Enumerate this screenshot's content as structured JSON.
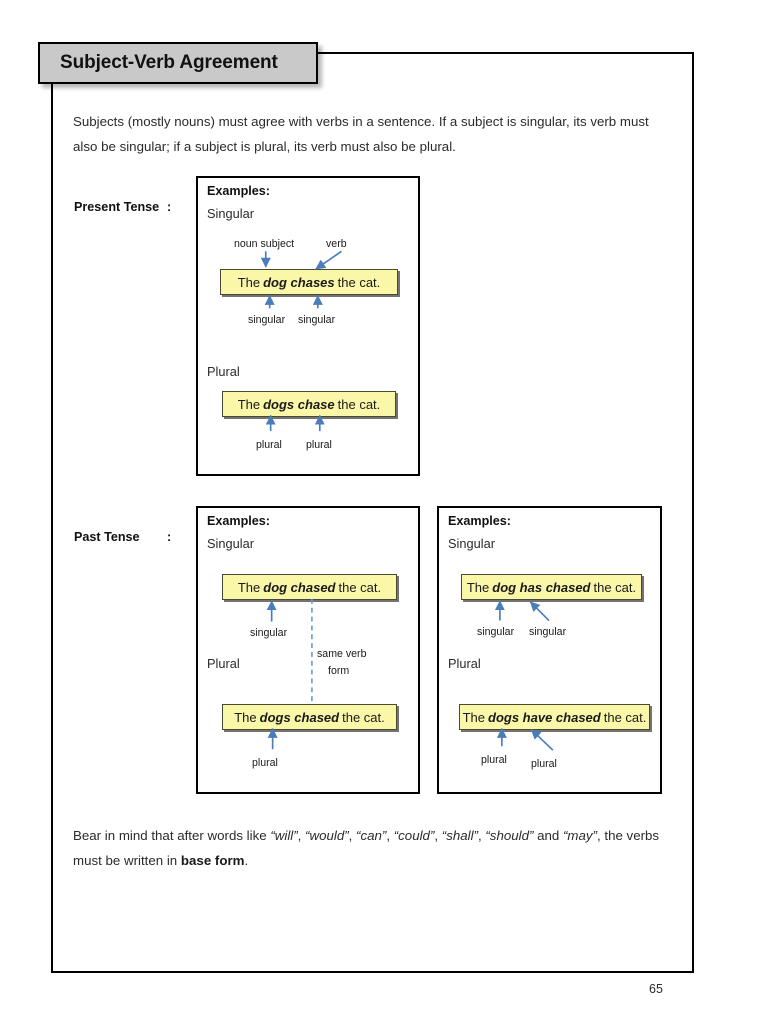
{
  "page": {
    "title": "Subject-Verb Agreement",
    "page_number": "65",
    "intro_paragraph": "Subjects (mostly nouns) must agree with verbs in a sentence. If a subject is singular, its verb must also be singular; if a subject is plural, its verb must also be plural.",
    "closing_paragraph_prefix": "Bear in mind that after words like ",
    "closing_modals": [
      "will",
      "would",
      "can",
      "could",
      "shall",
      "should",
      "may"
    ],
    "closing_paragraph_suffix": ", the verbs must be written in ",
    "closing_bold_term": "base form",
    "closing_paragraph_end": "."
  },
  "colors": {
    "title_fill": "#c9c9c9",
    "sentence_fill": "#fbf7a8",
    "arrow_blue": "#4a7ebb",
    "dashed_blue": "#5b9bd5",
    "frame_black": "#000000"
  },
  "sections": [
    {
      "id": "present",
      "label": "Present Tense",
      "colon": ":",
      "boxes": [
        {
          "id": "present-examples",
          "heading": "Examples:",
          "groups": [
            {
              "form": "Singular",
              "sentence": {
                "prefix": "The ",
                "highlight": "dog chases",
                "suffix": " the cat."
              },
              "top_annotations": [
                "noun subject",
                "verb"
              ],
              "bottom_annotations": [
                "singular",
                "singular"
              ]
            },
            {
              "form": "Plural",
              "sentence": {
                "prefix": "The ",
                "highlight": "dogs chase",
                "suffix": " the cat."
              },
              "top_annotations": [],
              "bottom_annotations": [
                "plural",
                "plural"
              ]
            }
          ]
        }
      ]
    },
    {
      "id": "past",
      "label": "Past Tense",
      "colon": ":",
      "boxes": [
        {
          "id": "past-examples-left",
          "heading": "Examples:",
          "note": "same verb form",
          "note_line1": "same verb",
          "note_line2": "form",
          "groups": [
            {
              "form": "Singular",
              "sentence": {
                "prefix": "The ",
                "highlight": "dog chased",
                "suffix": " the cat."
              },
              "top_annotations": [],
              "bottom_annotations": [
                "singular"
              ]
            },
            {
              "form": "Plural",
              "sentence": {
                "prefix": "The ",
                "highlight": "dogs chased",
                "suffix": " the cat."
              },
              "top_annotations": [],
              "bottom_annotations": [
                "plural"
              ]
            }
          ]
        },
        {
          "id": "past-examples-right",
          "heading": "Examples:",
          "groups": [
            {
              "form": "Singular",
              "sentence": {
                "prefix": "The ",
                "highlight": "dog has chased",
                "suffix": " the cat."
              },
              "top_annotations": [],
              "bottom_annotations": [
                "singular",
                "singular"
              ]
            },
            {
              "form": "Plural",
              "sentence": {
                "prefix": "The ",
                "highlight": "dogs have chased",
                "suffix": " the cat."
              },
              "top_annotations": [],
              "bottom_annotations": [
                "plural",
                "plural"
              ]
            }
          ]
        }
      ]
    }
  ]
}
